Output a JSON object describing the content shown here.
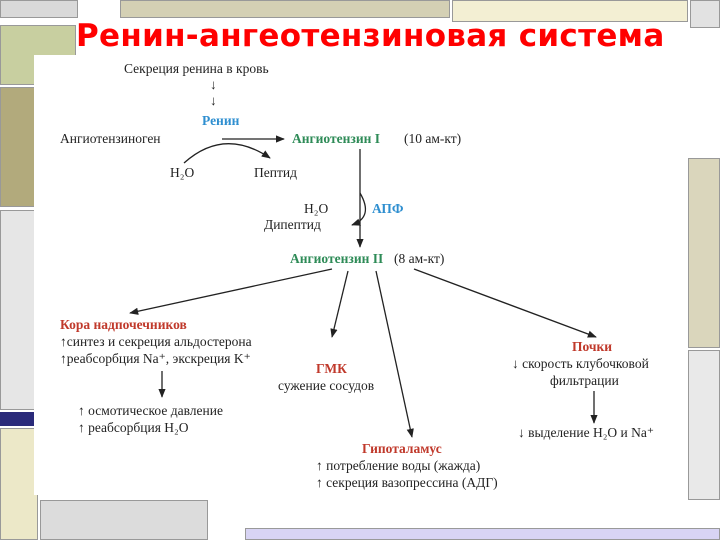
{
  "slide": {
    "title": "Ренин-ангеотензиновая система",
    "accent_color": "#ff0000"
  },
  "diagram": {
    "secretion": "Секреция ренина в кровь",
    "down1": "↓",
    "down2": "↓",
    "renin": "Ренин",
    "angiotensinogen": "Ангиотензиноген",
    "angiotensin1": "Ангиотензин I",
    "angiotensin1_note": "(10 ам-кт)",
    "h2o_1": "H₂O",
    "peptide": "Пептид",
    "h2o_2": "H₂O",
    "dipeptide": "Дипептид",
    "ace": "АПФ",
    "angiotensin2": "Ангиотензин II",
    "angiotensin2_note": "(8 ам-кт)",
    "adrenal": {
      "title": "Кора надпочечников",
      "line1": "↑синтез и секреция альдостерона",
      "line2": "↑реабсорбция Na⁺, экскреция K⁺",
      "line3": "↑ осмотическое давление",
      "line4": "↑ реабсорбция H₂O"
    },
    "smc": {
      "title": "ГМК",
      "line1": "сужение сосудов"
    },
    "hypothalamus": {
      "title": "Гипоталамус",
      "line1": "↑ потребление воды (жажда)",
      "line2": "↑ секреция вазопрессина (АДГ)"
    },
    "kidneys": {
      "title": "Почки",
      "line1": "↓ скорость клубочковой",
      "line2": "фильтрации",
      "line3": "↓ выделение H₂O и Na⁺"
    },
    "colors": {
      "blue": "#2f8fd0",
      "green": "#2e8b57",
      "red": "#c0392b"
    }
  }
}
